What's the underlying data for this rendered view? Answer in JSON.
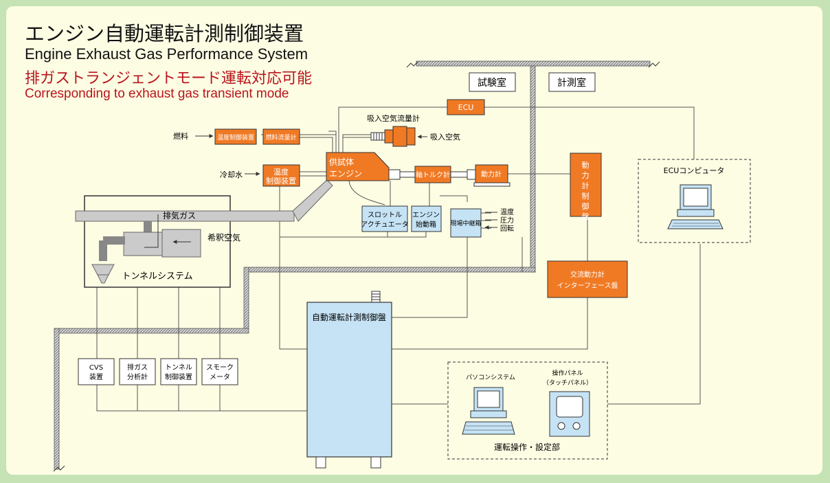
{
  "header": {
    "title_jp": "エンジン自動運転計測制御装置",
    "title_en": "Engine Exhaust Gas Performance System",
    "subtitle_jp": "排ガストランジェントモード運転対応可能",
    "subtitle_en": "Corresponding to exhaust gas transient mode"
  },
  "rooms": {
    "test": "試験室",
    "measure": "計測室"
  },
  "labels": {
    "ecu": "ECU",
    "intake_flow": "吸入空気流量計",
    "intake_air": "吸入空気",
    "fuel": "燃料",
    "temp_ctrl": "温度制御装置",
    "fuel_flow": "燃料流量計",
    "coolant": "冷却水",
    "temp_ctrl2_a": "温度",
    "temp_ctrl2_b": "制御装置",
    "engine_a": "供試体",
    "engine_b": "エンジン",
    "torque": "軸トルク計",
    "dyno": "動力計",
    "dyno_panel": "動力計制御盤",
    "ecu_pc": "ECUコンピュータ",
    "exhaust": "排気ガス",
    "dilution": "希釈空気",
    "tunnel": "トンネルシステム",
    "throttle_a": "スロットル",
    "throttle_b": "アクチュエータ",
    "starter_a": "エンジン",
    "starter_b": "始動箱",
    "relay": "現場中継箱",
    "sense_temp": "温度",
    "sense_press": "圧力",
    "sense_rot": "回転",
    "ac_if_a": "交流動力計",
    "ac_if_b": "インターフェース盤",
    "main_panel": "自動運転計測制御盤",
    "cvs_a": "CVS",
    "cvs_b": "装置",
    "analyzer_a": "排ガス",
    "analyzer_b": "分析計",
    "tunnel_ctrl_a": "トンネル",
    "tunnel_ctrl_b": "制御装置",
    "smoke_a": "スモーク",
    "smoke_b": "メータ",
    "pc_system": "パソコンシステム",
    "op_panel_a": "操作パネル",
    "op_panel_b": "（タッチパネル）",
    "operation": "運転操作・設定部"
  },
  "colors": {
    "orange": "#f07a24",
    "blue": "#c6e3f5",
    "red": "#b8141c",
    "green": "#c5e3b4",
    "wall": "#b8b8b8",
    "pipe": "#c9c9c9"
  }
}
